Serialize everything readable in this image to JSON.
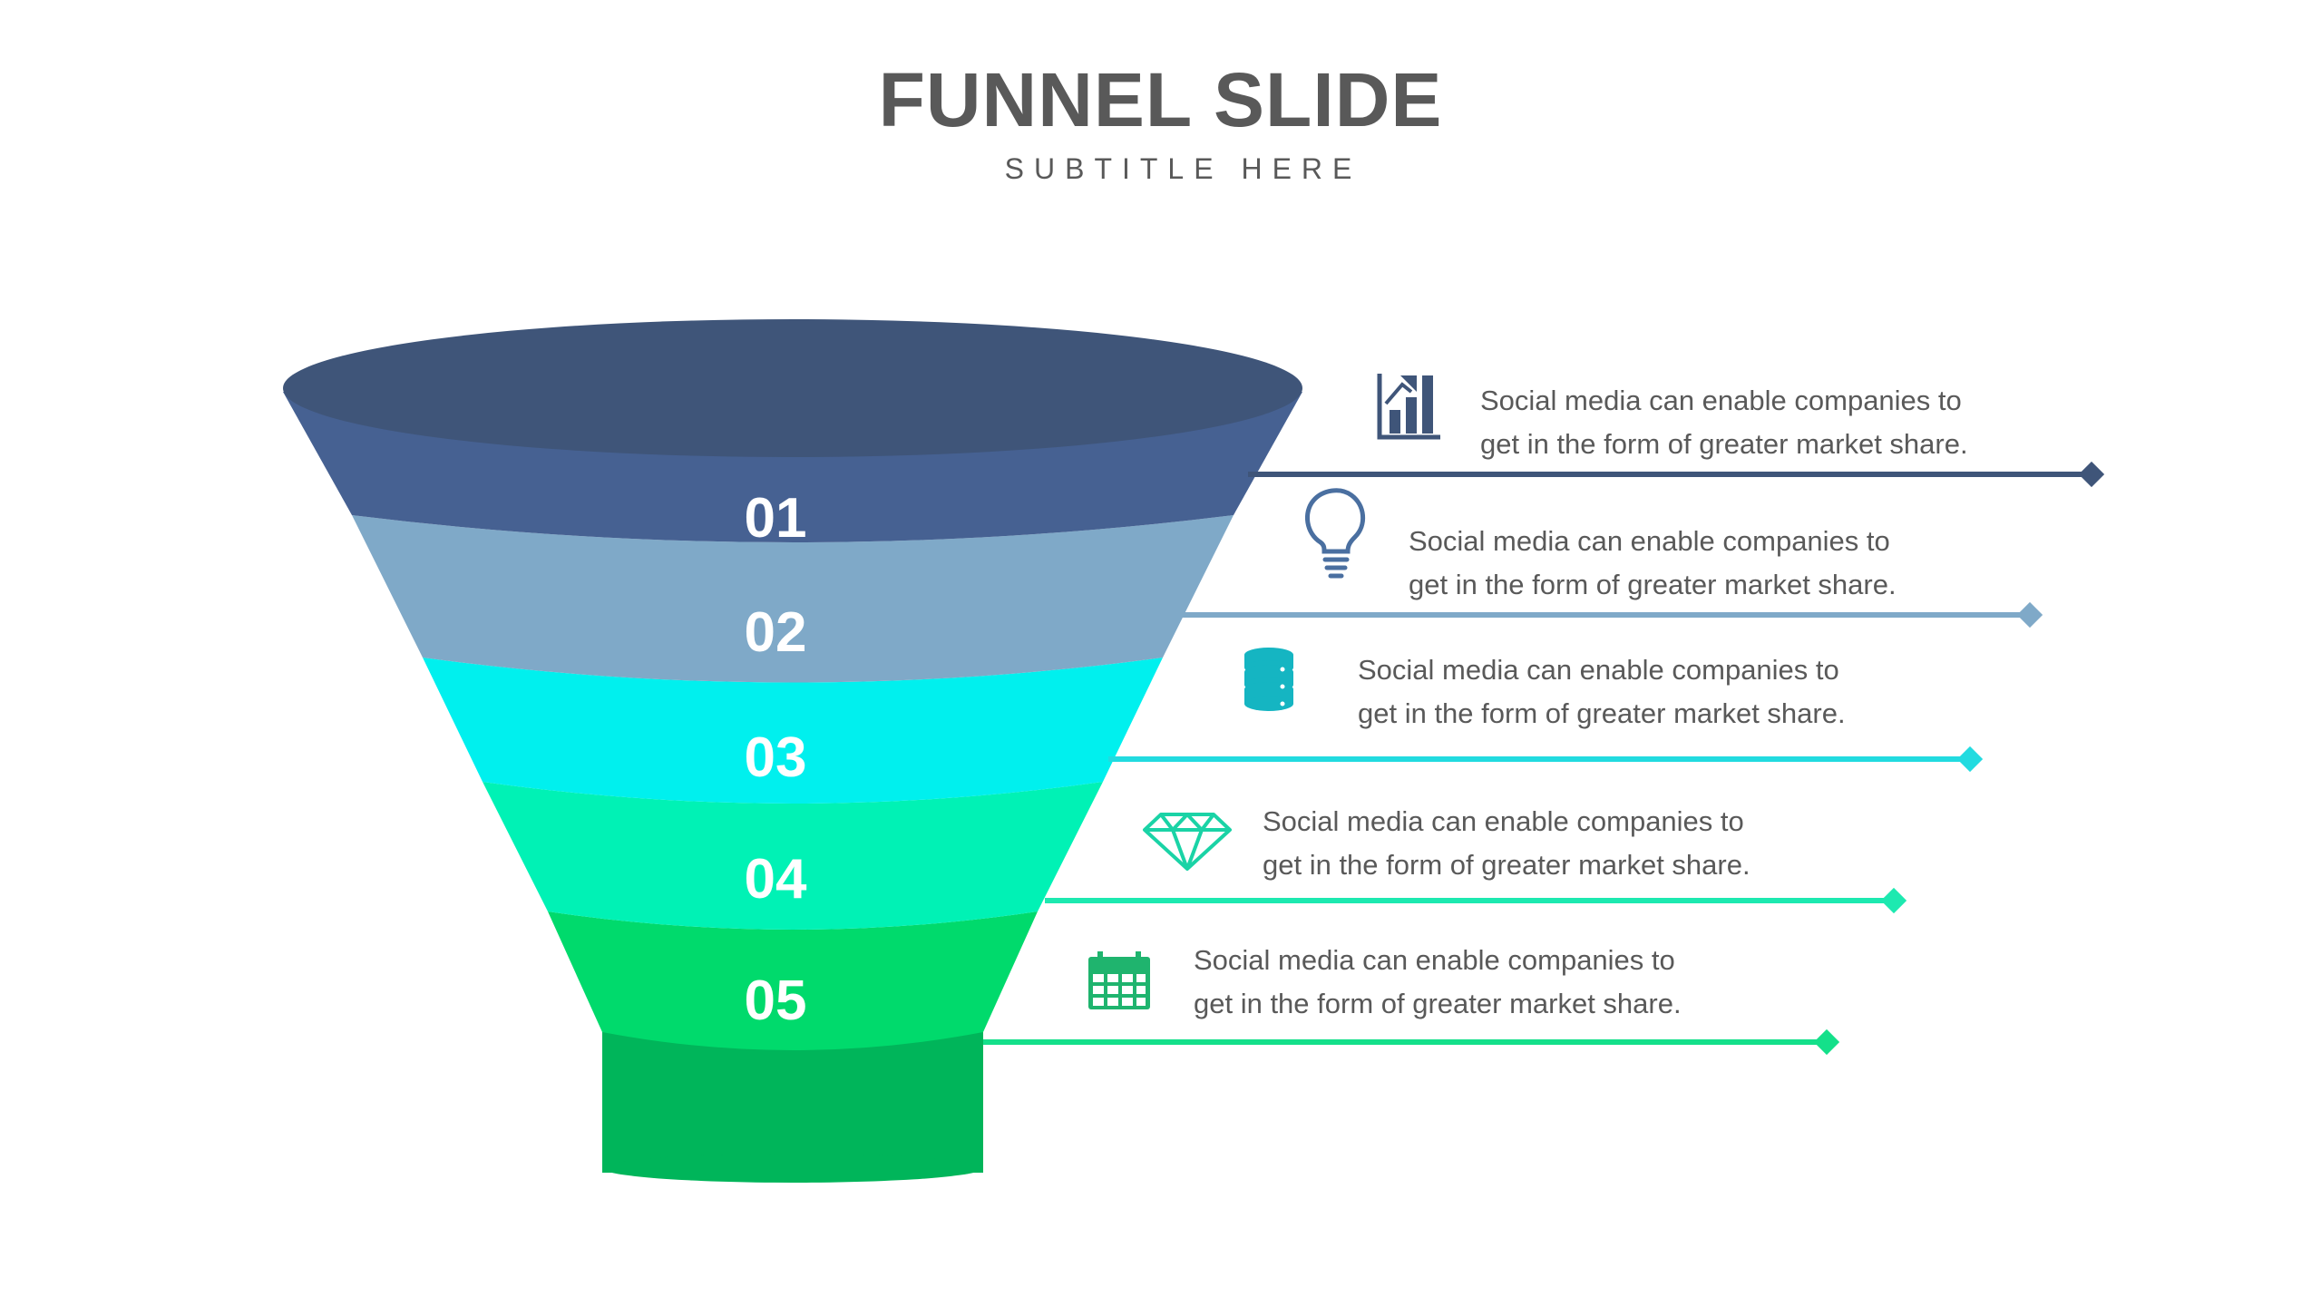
{
  "title": "FUNNEL SLIDE",
  "subtitle": "SUBTITLE HERE",
  "stages": [
    {
      "number": "01",
      "text_line1": "Social media can enable companies to",
      "text_line2": "get in the form of greater market share.",
      "color": "#466192",
      "icon": "bar-chart-growth-icon"
    },
    {
      "number": "02",
      "text_line1": "Social media can enable companies to",
      "text_line2": "get in the form of greater market share.",
      "color": "#7FA9C8",
      "icon": "lightbulb-icon"
    },
    {
      "number": "03",
      "text_line1": "Social media can enable companies to",
      "text_line2": "get in the form of greater market share.",
      "color": "#00F0EE",
      "icon": "database-icon"
    },
    {
      "number": "04",
      "text_line1": "Social media can enable companies to",
      "text_line2": "get in the form of greater market share.",
      "color": "#00F2B5",
      "icon": "diamond-icon"
    },
    {
      "number": "05",
      "text_line1": "Social media can enable companies to",
      "text_line2": "get in the form of greater market share.",
      "color": "#00DA6C",
      "icon": "calendar-icon"
    }
  ],
  "colors": {
    "funnel_top": "#3F5579",
    "stem": "#00B55A",
    "title_text": "#595959",
    "icon_1": "#3F5579",
    "icon_2": "#4A6FA0",
    "icon_3": "#15B5C2",
    "icon_4": "#1AD3A6",
    "icon_5": "#1FB46E",
    "line_1": "#3F5579",
    "line_2": "#7FA9C8",
    "line_3": "#22DBE0",
    "line_4": "#1DE9B0",
    "line_5": "#14E08A"
  }
}
